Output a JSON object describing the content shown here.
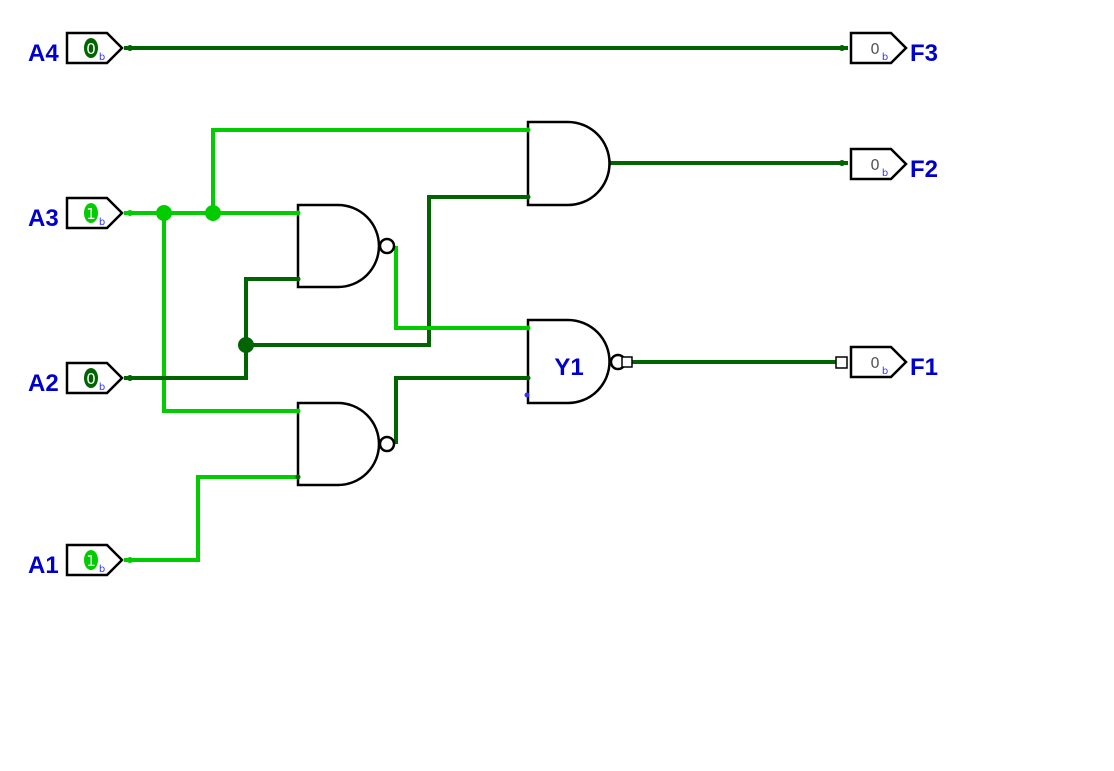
{
  "colors": {
    "wire_high": "#00cc00",
    "wire_low": "#006400",
    "label": "#0000cc",
    "pin_outline": "#000000",
    "gate_outline": "#000000"
  },
  "inputs": [
    {
      "label": "A4",
      "value": "0",
      "radix": "b",
      "state": "low"
    },
    {
      "label": "A3",
      "value": "1",
      "radix": "b",
      "state": "high"
    },
    {
      "label": "A2",
      "value": "0",
      "radix": "b",
      "state": "low"
    },
    {
      "label": "A1",
      "value": "1",
      "radix": "b",
      "state": "high"
    }
  ],
  "outputs": [
    {
      "label": "F3",
      "value": "0",
      "radix": "b",
      "state": "low"
    },
    {
      "label": "F2",
      "value": "0",
      "radix": "b",
      "state": "low"
    },
    {
      "label": "F1",
      "value": "0",
      "radix": "b",
      "state": "low"
    }
  ],
  "gates": [
    {
      "name": "nand-top",
      "type": "NAND",
      "label": ""
    },
    {
      "name": "nand-bottom",
      "type": "NAND",
      "label": ""
    },
    {
      "name": "and-top",
      "type": "AND",
      "label": ""
    },
    {
      "name": "nand-y1",
      "type": "NAND",
      "label": "Y1"
    }
  ]
}
